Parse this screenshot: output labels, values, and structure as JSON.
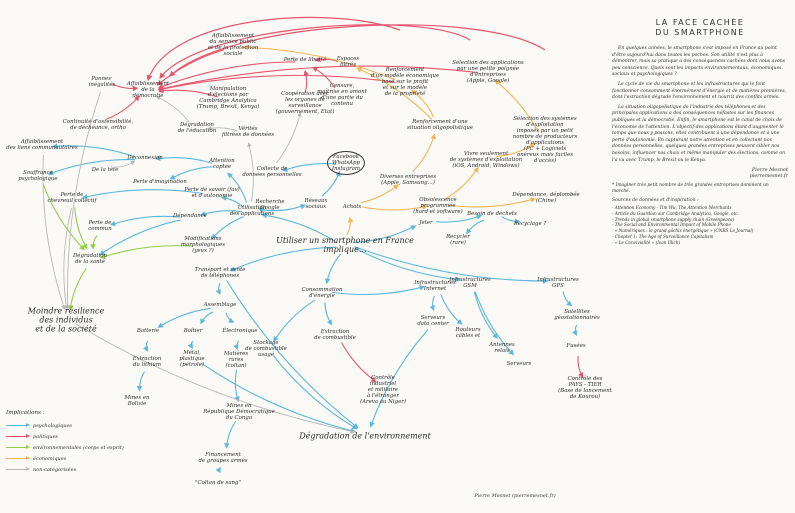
{
  "colors": {
    "political": "#e8546e",
    "psychological": "#5bb8d9",
    "environmental": "#8fcf4a",
    "economic": "#f2b552",
    "uncategorized": "#b8b8b8"
  },
  "nodes": [
    {
      "id": "n1",
      "text": "Utiliser un smartphone en France\nimplique...",
      "big": true
    },
    {
      "id": "n2",
      "text": "Pannes·\ninégalités"
    },
    {
      "id": "n3",
      "text": "Affaiblissement\nde la\ndémocratie"
    },
    {
      "id": "n4",
      "text": "Affaiblissement\ndu service public\net de la protection\nsociale"
    },
    {
      "id": "n5",
      "text": "Manipulation\nd'élections par\nCambridge Analytica\n(Trump, Brexit, Kenya)"
    },
    {
      "id": "n6",
      "text": "Perte de liberté"
    },
    {
      "id": "n7",
      "text": "Coopération avec\nles organes de\nsurveillance\n(gouvernement, Etat)"
    },
    {
      "id": "n8",
      "text": "Censure,\nmaîtrise en amont\nd'une partie du\ncontenu"
    },
    {
      "id": "n9",
      "text": "Espaces\nfiltrés"
    },
    {
      "id": "n10",
      "text": "Renforcement\nd'un modèle économique\nbasé sur le profit\net sur le modèle\nde la propriété"
    },
    {
      "id": "n11",
      "text": "Sélection des applications\npar une petite poignée\nd'entreprises\n(Apple, Google)"
    },
    {
      "id": "n12",
      "text": "Sélection des systèmes\nd'exploitation\nimposés par un petit\nnombre de producteurs\nd'applications\n(PC + Logiciels\nonéreux mais faciles\nd'accès)"
    },
    {
      "id": "n13",
      "text": "Continuité d'ostensibilité,\nde déchéance, ortho"
    },
    {
      "id": "n14",
      "text": "Dégradation\nde l'éducation"
    },
    {
      "id": "n15",
      "text": "Vérités\nfiltrées de données"
    },
    {
      "id": "n16",
      "text": "Collecte de\ndonnées personnelles"
    },
    {
      "id": "n17",
      "text": "Facebook\nWhatsApp\nInstagram",
      "circled": true
    },
    {
      "id": "n18",
      "text": "Renforcement d'une\nsituation oligopolistique"
    },
    {
      "id": "n19",
      "text": "Diverses entreprises\n(Apple, Samsung...)"
    },
    {
      "id": "n20",
      "text": "Vivre seulement\nde systèmes d'exploitation\n(iOS, Android, Windows)"
    },
    {
      "id": "n21",
      "text": "Affaiblissement\ndes liens communautaires"
    },
    {
      "id": "n22",
      "text": "Déconnexion"
    },
    {
      "id": "n23",
      "text": "Souffrance\npsychologique"
    },
    {
      "id": "n24",
      "text": "De la tête"
    },
    {
      "id": "n25",
      "text": "Perte d'imagination"
    },
    {
      "id": "n26",
      "text": "Attention\ncaptée"
    },
    {
      "id": "n27",
      "text": "Recherche\nGoogle"
    },
    {
      "id": "n28",
      "text": "Réseaux\nsociaux"
    },
    {
      "id": "n29",
      "text": "Obsolescence\nprogrammée\n(hard et software)"
    },
    {
      "id": "n30",
      "text": "Dépendance, déplombée\n(Chine)"
    },
    {
      "id": "n31",
      "text": "Perte de\nchevreuil collectif"
    },
    {
      "id": "n32",
      "text": "Perte de savoir (fav)\net d'autonomie"
    },
    {
      "id": "n33",
      "text": "Utilisation\ndes applications"
    },
    {
      "id": "n34",
      "text": "Achats"
    },
    {
      "id": "n35",
      "text": "Jeter"
    },
    {
      "id": "n36",
      "text": "Besoin de déchets"
    },
    {
      "id": "n37",
      "text": "Recycler\n(rare)"
    },
    {
      "id": "n38",
      "text": "Recyclage ?"
    },
    {
      "id": "n39",
      "text": "Perte de\ncommun"
    },
    {
      "id": "n40",
      "text": "Dépendance"
    },
    {
      "id": "n41",
      "text": "Modifications\nmorphologiques\n(yeux ?)"
    },
    {
      "id": "n42",
      "text": "Dégradation\nde la santé"
    },
    {
      "id": "n43",
      "text": "Transport et vente\nde téléphones"
    },
    {
      "id": "n44",
      "text": "Consommation\nd'énergie"
    },
    {
      "id": "n45",
      "text": "Infrastructures\nInternet"
    },
    {
      "id": "n46",
      "text": "Infrastructures\nGSM"
    },
    {
      "id": "n47",
      "text": "Infrastructures\nGPS"
    },
    {
      "id": "n48",
      "text": "Assemblage"
    },
    {
      "id": "n49",
      "text": "Batterie"
    },
    {
      "id": "n50",
      "text": "Boîtier"
    },
    {
      "id": "n51",
      "text": "Électronique"
    },
    {
      "id": "n52",
      "text": "Serveurs\ndata center"
    },
    {
      "id": "n53",
      "text": "Routeurs\ncâbles et"
    },
    {
      "id": "n54",
      "text": "Antennes\nrelais"
    },
    {
      "id": "n55",
      "text": "Serveurs"
    },
    {
      "id": "n56",
      "text": "Satellites\ngéostationnaires"
    },
    {
      "id": "n57",
      "text": "Fusées"
    },
    {
      "id": "n58",
      "text": "Extraction\nde combustible"
    },
    {
      "id": "n59",
      "text": "Contrôle\nindustriel\net militaire\nà l'étranger\n(Areva au Niger)"
    },
    {
      "id": "n60",
      "text": "Contrôle des\nPAYS - TIER\n(Base de lancement\nde Kourou)"
    },
    {
      "id": "n61",
      "text": "Extraction\ndu lithium"
    },
    {
      "id": "n62",
      "text": "Métal,\nplastique\n(pétrole)"
    },
    {
      "id": "n63",
      "text": "Matières\nrares\n(coltan)"
    },
    {
      "id": "n64",
      "text": "Stockage\nde combustible\nusagé"
    },
    {
      "id": "n65",
      "text": "Mines en\nBolivie"
    },
    {
      "id": "n66",
      "text": "Mines en\nRépublique Démocratique\ndu Congo"
    },
    {
      "id": "n67",
      "text": "Financement\nde groupes armés"
    },
    {
      "id": "n68",
      "text": "\"Coltan de sang\""
    },
    {
      "id": "n69",
      "text": "Dégradation de l'environnement",
      "big": true
    },
    {
      "id": "n70",
      "text": "Moindre résilience\ndes individus\net de la société",
      "big": true
    }
  ],
  "legend": {
    "title": "Implications :",
    "items": [
      {
        "label": "psychologiques",
        "color": "#5bb8d9"
      },
      {
        "label": "politiques",
        "color": "#e8546e"
      },
      {
        "label": "environnementales (corps et esprit)",
        "color": "#8fcf4a"
      },
      {
        "label": "économiques",
        "color": "#f2b552"
      },
      {
        "label": "non-catégorisées",
        "color": "#b8b8b8"
      }
    ]
  },
  "article": {
    "title": "LA FACE CACHÉE\nDU SMARTPHONE",
    "paragraphs": [
      "En quelques années, le smartphone s'est imposé en France au point d'être aujourd'hui dans toutes les poches. Son utilité n'est plus à démontrer, mais sa pratique a des conséquences cachées dont nous avons peu conscience. Quels sont les impacts environnementaux, économiques, sociaux et psychologiques ?",
      "Le cycle de vie du smartphone et les infrastructures qui le font fonctionner consomment énormément d'énergie et de matières premières, dont l'extraction dégrade l'environnement et nourrit des conflits armés.",
      "La situation oligopolistique de l'industrie des téléphones et des principales applications a des conséquences néfastes sur les finances publiques et la démocratie. Enfin, le smartphone est le canal de choix de l'économie de l'attention. L'objectif des applications étant d'augmenter le temps que nous y passons, elles contribuent à une dépendance et à une perte d'autonomie. En capturant notre attention et en collectant nos données personnelles, quelques grandes entreprises peuvent cibler nos besoins, influencer nos choix et même manipuler des élections, comme on l'a vu avec Trump, le Brexit ou le Kenya."
    ],
    "signature": "Pierre Mesnet",
    "site": "pierremesnet.fr",
    "note": "* Imaginer très petit nombre de très grandes entreprises dominent un marché.",
    "sources_title": "Sources de données et d'inspiration :",
    "sources": [
      "- Attention Economy - Tim Wu, The Attention Merchants",
      "- Article du Guardian sur Cambridge Analytica, Google, etc.",
      "- Trends in global smartphone supply chain (Greenpeace)",
      "- The Social and Environmental Impact of Mobile Phone",
      "- « Numériques : le grand gâchis énergétique » (CNRS Le Journal)",
      "- Chapter 1: The Age of Surveillance Capitalism",
      "- « Le Convivialité » (Ivan Illich)"
    ]
  },
  "footer_signature": "Pierre Mesnet (pierremesnet.fr)"
}
